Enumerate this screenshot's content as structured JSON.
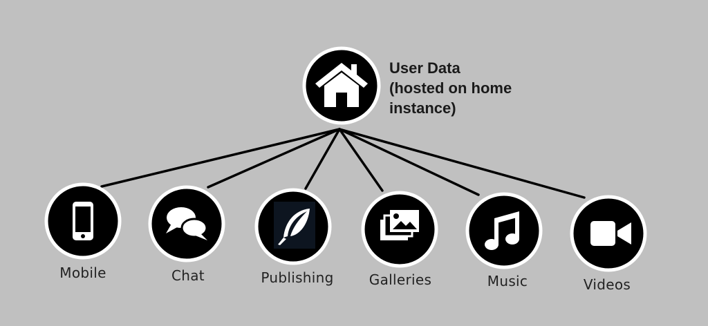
{
  "root": {
    "label_lines": [
      "User Data",
      "(hosted on home",
      "instance)"
    ],
    "icon": "home-icon"
  },
  "nodes": [
    {
      "id": "mobile",
      "label": "Mobile",
      "icon": "mobile-phone-icon"
    },
    {
      "id": "chat",
      "label": "Chat",
      "icon": "chat-bubbles-icon"
    },
    {
      "id": "publishing",
      "label": "Publishing",
      "icon": "feather-icon"
    },
    {
      "id": "galleries",
      "label": "Galleries",
      "icon": "image-gallery-icon"
    },
    {
      "id": "music",
      "label": "Music",
      "icon": "music-note-icon"
    },
    {
      "id": "videos",
      "label": "Videos",
      "icon": "video-camera-icon"
    }
  ],
  "colors": {
    "background": "#c0c0c0",
    "circle_fill": "#000000",
    "circle_ring": "#ffffff",
    "icon": "#ffffff",
    "connector": "#000000"
  }
}
